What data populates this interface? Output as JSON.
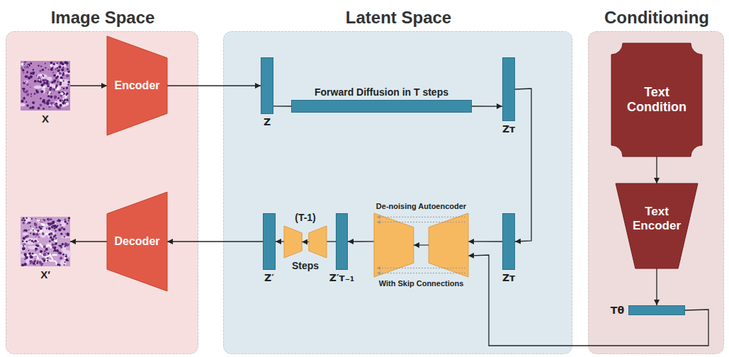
{
  "diagram": {
    "nodes": [
      {
        "text": [
          "Image Space"
        ]
      },
      {
        "text": [
          "Latent Space"
        ]
      },
      {
        "text": [
          "Conditioning"
        ]
      },
      {
        "text": [
          "X"
        ],
        "in": 0
      },
      {
        "text": [
          "Encoder"
        ],
        "in": 0
      },
      {
        "text": [
          "X′"
        ],
        "in": 0
      },
      {
        "text": [
          "Decoder"
        ],
        "in": 0
      },
      {
        "text": [
          "Z"
        ],
        "in": 1
      },
      {
        "text": [
          "Forward Diffusion in T steps"
        ],
        "in": 1
      },
      {
        "text": [
          "Zᴛ"
        ],
        "in": 1
      },
      {
        "text": [
          "Z′"
        ],
        "in": 1
      },
      {
        "text": [
          "(T-1)",
          "Steps"
        ],
        "in": 1
      },
      {
        "text": [
          "Z′ᴛ₋₁"
        ],
        "in": 1
      },
      {
        "text": [
          "De-noising Autoencoder",
          "With Skip Connections"
        ],
        "in": 1
      },
      {
        "text": [
          "Zᴛ"
        ],
        "in": 1
      },
      {
        "text": [
          "Text Condition"
        ],
        "in": 2
      },
      {
        "text": [
          "Text Encoder"
        ],
        "in": 2
      },
      {
        "text": [
          "Tθ"
        ],
        "in": 2
      }
    ],
    "edges": [
      {
        "from": 3,
        "to": 4,
        "arrow": "to"
      },
      {
        "from": 4,
        "to": 7,
        "arrow": "to"
      },
      {
        "from": 7,
        "to": 8,
        "arrow": "none"
      },
      {
        "from": 8,
        "to": 9,
        "arrow": "to"
      },
      {
        "from": 9,
        "to": 14,
        "arrow": "to"
      },
      {
        "from": 14,
        "to": 13,
        "arrow": "to"
      },
      {
        "from": 13,
        "to": 12,
        "arrow": "to"
      },
      {
        "from": 12,
        "to": 11,
        "arrow": "none"
      },
      {
        "from": 11,
        "to": 10,
        "arrow": "to"
      },
      {
        "from": 10,
        "to": 6,
        "arrow": "to"
      },
      {
        "from": 6,
        "to": 5,
        "arrow": "to"
      },
      {
        "from": 15,
        "to": 16,
        "arrow": "to"
      },
      {
        "from": 16,
        "to": 17,
        "arrow": "to"
      },
      {
        "from": 17,
        "to": 13,
        "arrow": "to"
      }
    ]
  }
}
